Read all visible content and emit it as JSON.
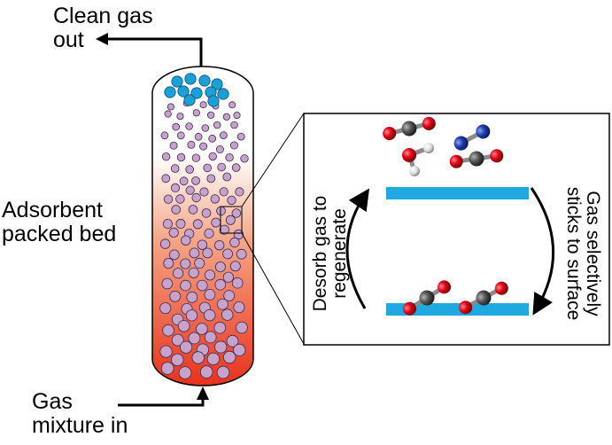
{
  "labels": {
    "outlet_line1": "Clean gas",
    "outlet_line2": "out",
    "bed_line1": "Adsorbent",
    "bed_line2": "packed bed",
    "inlet_line1": "Gas",
    "inlet_line2": "mixture in",
    "desorb_line1": "Desorb gas to",
    "desorb_line2": "regenerate",
    "adsorb_line1": "Gas selectively",
    "adsorb_line2": "sticks to surface"
  },
  "colors": {
    "column_gradient_top": "#ffffff",
    "column_gradient_bottom": "#e8321c",
    "adsorbent_particle": "#c7a2c9",
    "clean_gas_molecule": "#1a9fd6",
    "surface_bar": "#20a8e0",
    "oxygen_atom": "#e1001a",
    "carbon_atom": "#555555",
    "nitrogen_atom": "#1e3fae",
    "hydrogen_atom": "#dddddd"
  },
  "icons": {
    "molecule_co2": "co2-molecule-icon",
    "molecule_n2": "n2-molecule-icon",
    "molecule_h2o": "h2o-molecule-icon"
  }
}
